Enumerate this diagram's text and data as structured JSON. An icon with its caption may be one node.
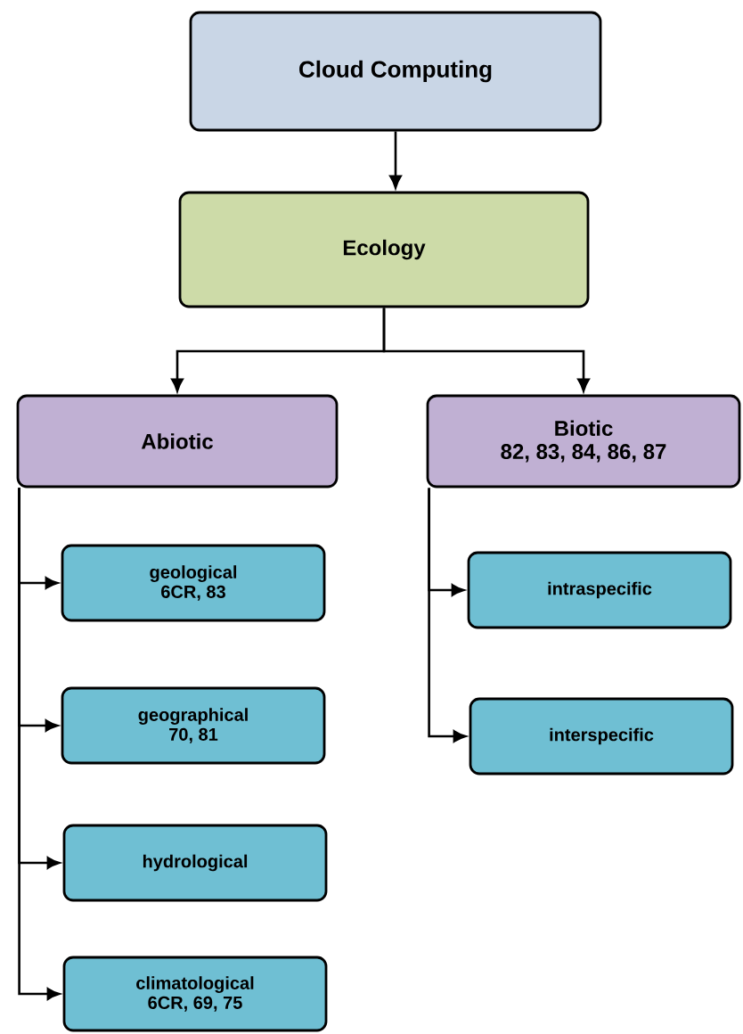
{
  "diagram": {
    "nodes": [
      {
        "text": [
          "Cloud Computing"
        ]
      },
      {
        "text": [
          "Ecology"
        ]
      },
      {
        "text": [
          "Abiotic"
        ]
      },
      {
        "text": [
          "Biotic",
          "82, 83, 84, 86, 87"
        ]
      },
      {
        "text": [
          "geological",
          "6CR, 83"
        ]
      },
      {
        "text": [
          "geographical",
          "70, 81"
        ]
      },
      {
        "text": [
          "hydrological"
        ]
      },
      {
        "text": [
          "climatological",
          "6CR, 69, 75"
        ]
      },
      {
        "text": [
          "intraspecific"
        ]
      },
      {
        "text": [
          "interspecific"
        ]
      }
    ],
    "edges": [
      {
        "from": 0,
        "to": 1,
        "arrow": "to"
      },
      {
        "from": 1,
        "to": 2,
        "arrow": "to"
      },
      {
        "from": 1,
        "to": 3,
        "arrow": "to"
      },
      {
        "from": 2,
        "to": 4,
        "arrow": "to"
      },
      {
        "from": 2,
        "to": 5,
        "arrow": "to"
      },
      {
        "from": 2,
        "to": 6,
        "arrow": "to"
      },
      {
        "from": 2,
        "to": 7,
        "arrow": "to"
      },
      {
        "from": 3,
        "to": 8,
        "arrow": "to"
      },
      {
        "from": 3,
        "to": 9,
        "arrow": "to"
      }
    ]
  }
}
